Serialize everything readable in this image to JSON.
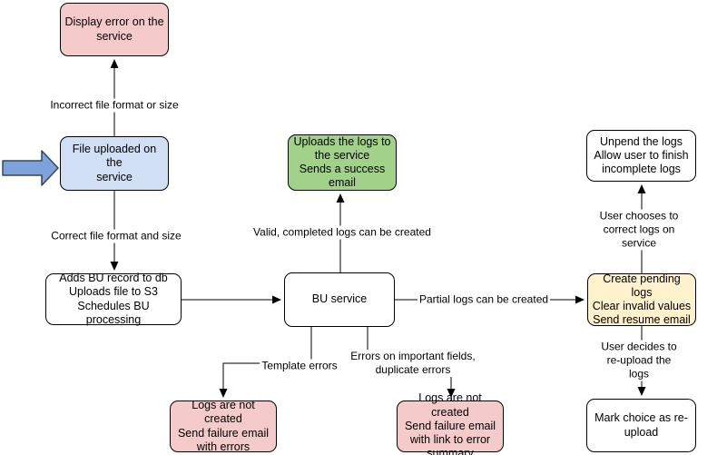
{
  "diagram": {
    "type": "flowchart",
    "background": "#ffffff",
    "colors": {
      "error_fill": "#F4CBCA",
      "start_fill": "#D0DFF3",
      "success_fill": "#A2D189",
      "pending_fill": "#FFF2CC",
      "plain_fill": "#FFFFFF",
      "stroke": "#000000",
      "entry_arrow_fill": "#7EA2DC",
      "entry_arrow_stroke": "#36465A"
    },
    "nodes": {
      "display_error": {
        "label": "Display error on the\nservice"
      },
      "file_uploaded": {
        "label": "File uploaded on the\nservice"
      },
      "adds_bu_record": {
        "label": "Adds BU record to db\nUploads file to S3\nSchedules BU processing"
      },
      "bu_service": {
        "label": "BU service"
      },
      "uploads_logs": {
        "label": "Uploads the logs to\nthe service\nSends a success\nemail"
      },
      "unpend_logs": {
        "label": "Unpend the logs\nAllow user to finish\nincomplete logs"
      },
      "create_pending": {
        "label": "Create pending logs\nClear invalid values\nSend resume email"
      },
      "mark_reupload": {
        "label": "Mark choice as re-\nupload"
      },
      "logs_not_created_errors": {
        "label": "Logs are not created\nSend failure email\nwith errors"
      },
      "logs_not_created_summary": {
        "label": "Logs are not created\nSend failure email\nwith link to error\nsummary"
      }
    },
    "edge_labels": {
      "incorrect_format": "Incorrect file format or size",
      "correct_format": "Correct file format and size",
      "valid_logs": "Valid, completed logs can be created",
      "partial_logs": "Partial logs can be created",
      "template_errors": "Template errors",
      "important_field_errors": "Errors on important fields,\nduplicate errors",
      "user_corrects": "User chooses to correct logs on service",
      "user_reuploads": "User decides to re-upload the logs"
    }
  }
}
